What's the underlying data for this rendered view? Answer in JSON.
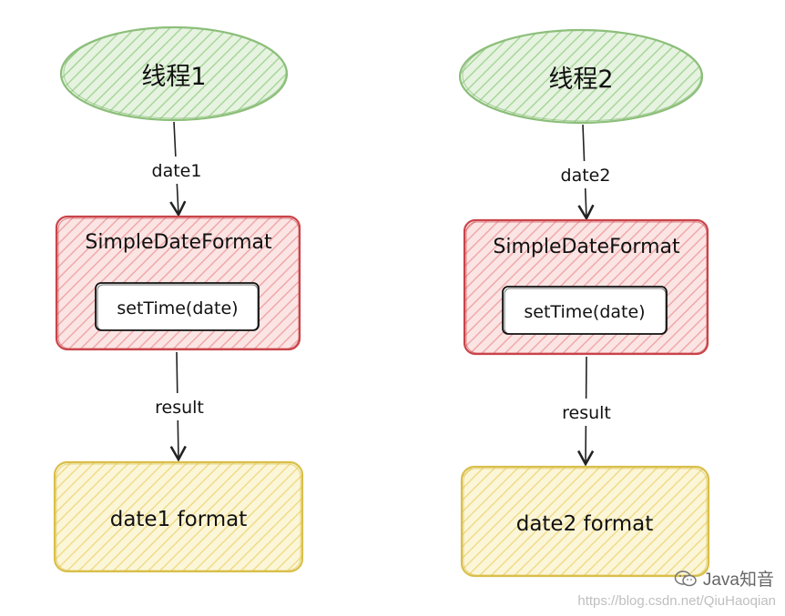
{
  "left": {
    "thread": "线程1",
    "input": "date1",
    "formatter": "SimpleDateFormat",
    "method": "setTime(date)",
    "output_label": "result",
    "output": "date1 format"
  },
  "right": {
    "thread": "线程2",
    "input": "date2",
    "formatter": "SimpleDateFormat",
    "method": "setTime(date)",
    "output_label": "result",
    "output": "date2 format"
  },
  "watermark": {
    "icon": "wechat-icon",
    "name": "Java知音",
    "url": "https://blog.csdn.net/QiuHaoqian"
  },
  "colors": {
    "thread_fill": "#c8e6bf",
    "thread_stroke": "#8cbf7a",
    "formatter_fill": "#f6c9c9",
    "formatter_stroke": "#c9444a",
    "output_fill": "#f6ecb0",
    "output_stroke": "#d9bf4a"
  }
}
